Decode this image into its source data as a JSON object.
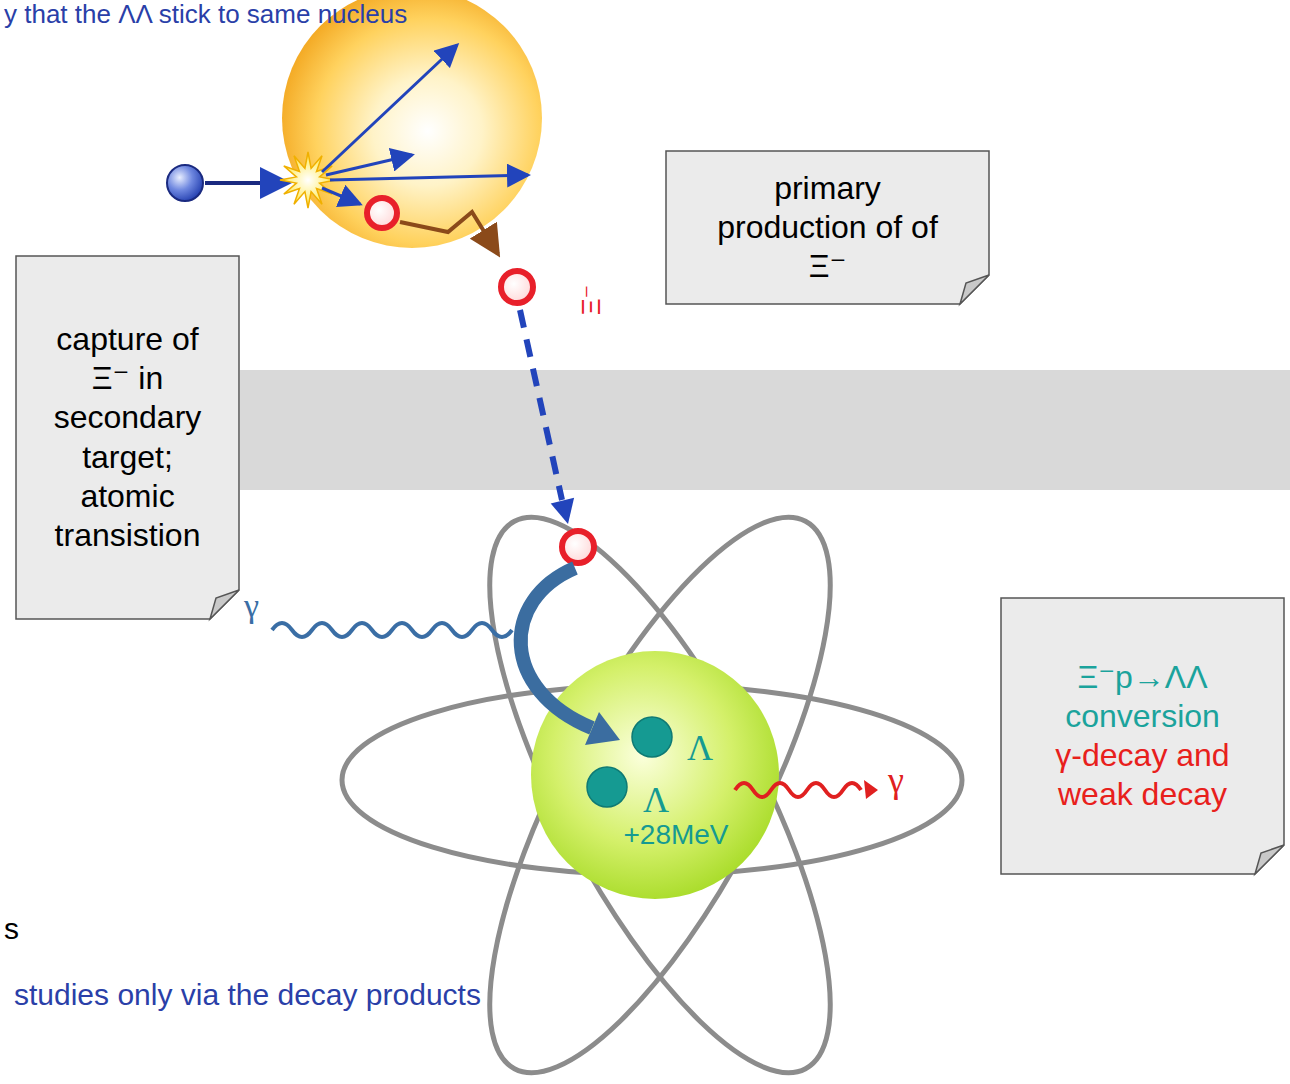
{
  "diagram": {
    "nodes": [
      {
        "text": [
          "primary production of of Ξ⁻"
        ]
      },
      {
        "text": [
          "capture of Ξ⁻ in secondary target; atomic transistion"
        ]
      },
      {
        "text": [
          "Λ",
          "Λ",
          "+28MeV"
        ]
      },
      {
        "text": [
          "Ξ⁻p→ΛΛ conversion",
          "γ-decay and weak decay"
        ]
      }
    ],
    "labels": [
      "y that the ΛΛ stick to same nucleus",
      "Ξ⁻",
      "γ",
      "γ",
      "s",
      "studies only via the decay products"
    ]
  }
}
